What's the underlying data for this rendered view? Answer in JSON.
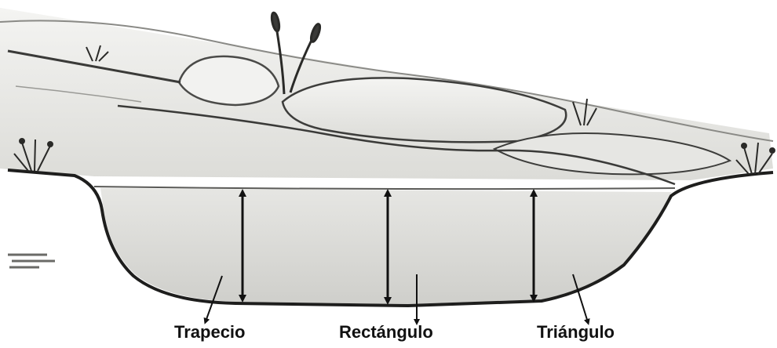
{
  "labels": {
    "trapecio": "Trapecio",
    "rectangulo": "Rectángulo",
    "triangulo": "Triángulo"
  },
  "colors": {
    "ink": "#111111",
    "channel_fill": "#d9d9d6",
    "bank_fill": "#eeeeec",
    "rock_fill": "#e4e4e2",
    "background": "#ffffff"
  },
  "icons": [
    "grass-tuft-icon",
    "reed-plant-icon"
  ]
}
